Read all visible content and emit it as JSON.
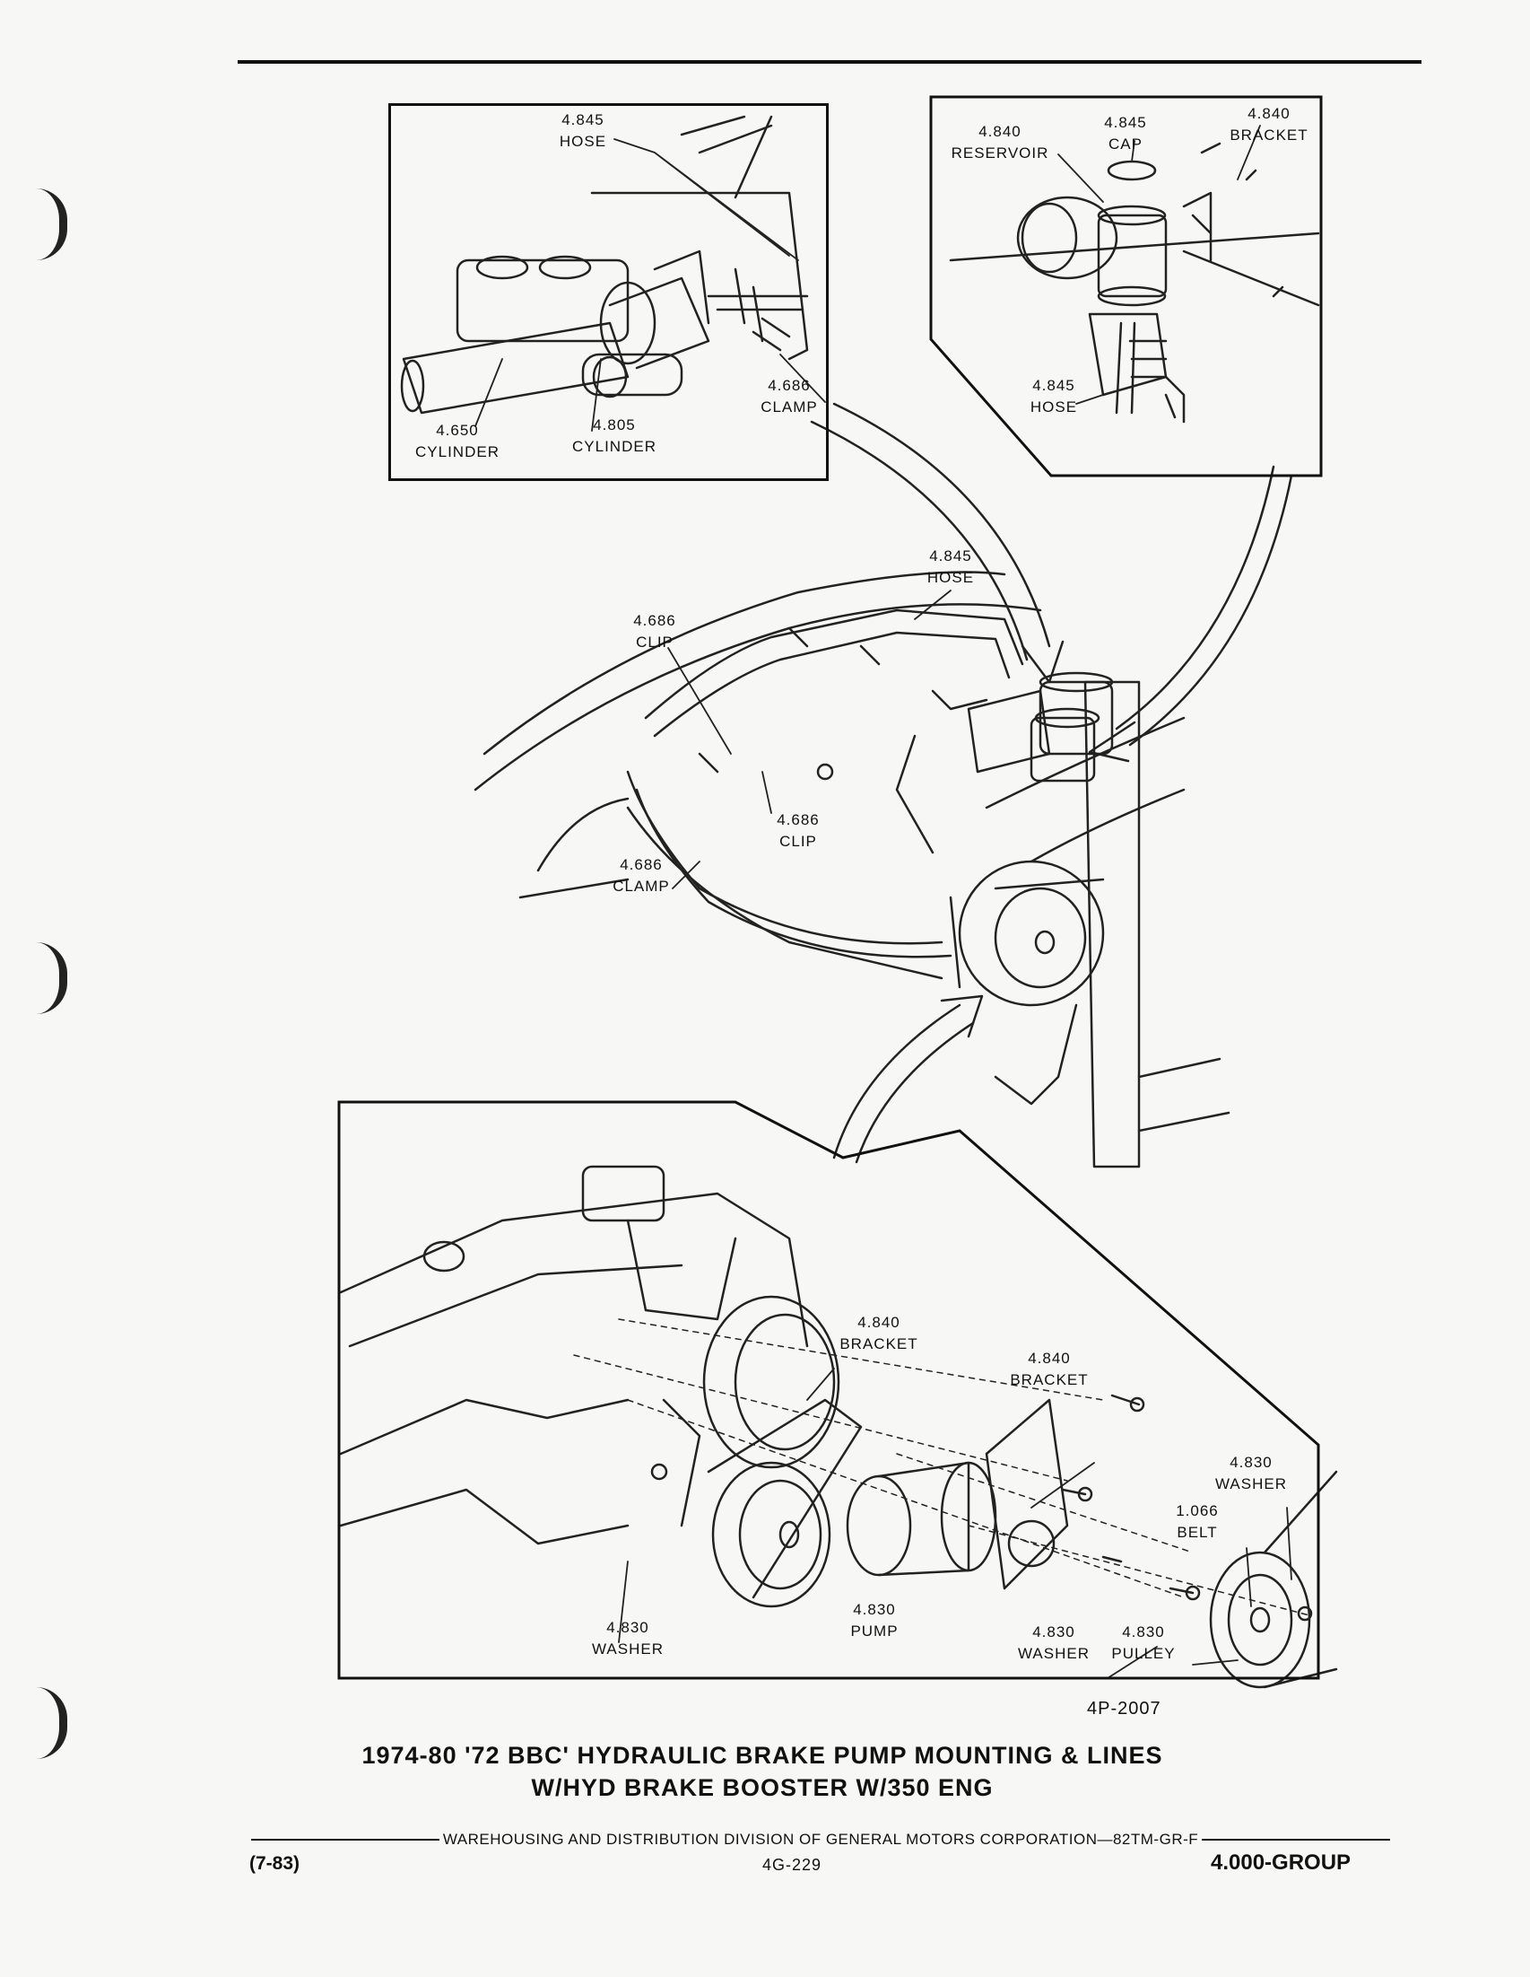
{
  "panel_master": {
    "hose": {
      "num": "4.845",
      "name": "HOSE"
    },
    "clamp": {
      "num": "4.686",
      "name": "CLAMP"
    },
    "cyl_master": {
      "num": "4.650",
      "name": "CYLINDER"
    },
    "cyl_booster": {
      "num": "4.805",
      "name": "CYLINDER"
    }
  },
  "panel_reservoir": {
    "reservoir": {
      "num": "4.840",
      "name": "RESERVOIR"
    },
    "cap": {
      "num": "4.845",
      "name": "CAP"
    },
    "bracket": {
      "num": "4.840",
      "name": "BRACKET"
    },
    "hose": {
      "num": "4.845",
      "name": "HOSE"
    }
  },
  "center": {
    "hose": {
      "num": "4.845",
      "name": "HOSE"
    },
    "clip_upper": {
      "num": "4.686",
      "name": "CLIP"
    },
    "clip_lower": {
      "num": "4.686",
      "name": "CLIP"
    },
    "clamp": {
      "num": "4.686",
      "name": "CLAMP"
    }
  },
  "panel_pump": {
    "bracket_a": {
      "num": "4.840",
      "name": "BRACKET"
    },
    "bracket_b": {
      "num": "4.840",
      "name": "BRACKET"
    },
    "washer_right": {
      "num": "4.830",
      "name": "WASHER"
    },
    "belt": {
      "num": "1.066",
      "name": "BELT"
    },
    "washer_left": {
      "num": "4.830",
      "name": "WASHER"
    },
    "pump": {
      "num": "4.830",
      "name": "PUMP"
    },
    "washer_mid": {
      "num": "4.830",
      "name": "WASHER"
    },
    "pulley": {
      "num": "4.830",
      "name": "PULLEY"
    }
  },
  "figure_id": "4P-2007",
  "caption": {
    "line1": "1974-80 '72 BBC' HYDRAULIC BRAKE PUMP MOUNTING & LINES",
    "line2": "W/HYD BRAKE BOOSTER W/350 ENG"
  },
  "footer": {
    "division": "WAREHOUSING AND DISTRIBUTION DIVISION OF GENERAL MOTORS CORPORATION—82TM-GR-F",
    "date": "(7-83)",
    "page": "4G-229",
    "group": "4.000-GROUP"
  }
}
